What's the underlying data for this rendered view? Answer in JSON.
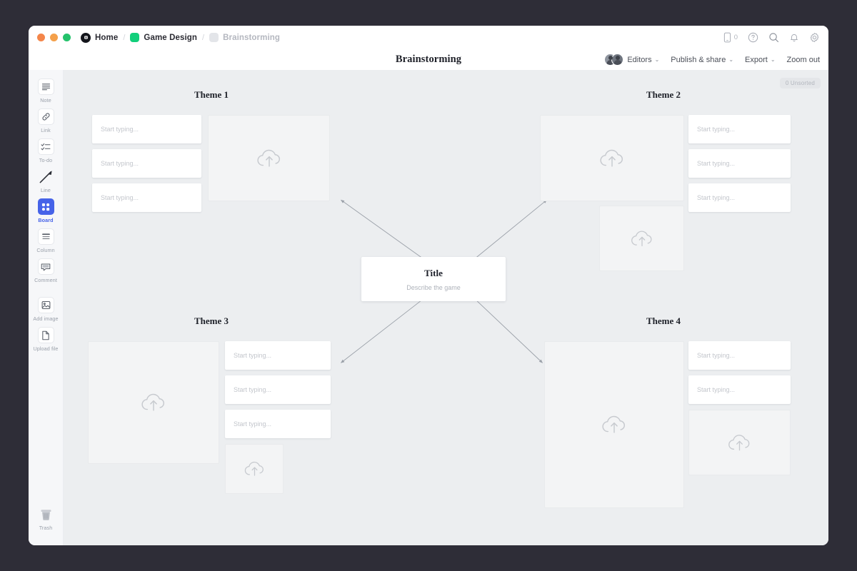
{
  "window": {
    "traffic_lights": [
      "close",
      "minimize",
      "maximize"
    ],
    "breadcrumbs": [
      {
        "label": "Home",
        "icon": "app-logo-icon",
        "muted": false
      },
      {
        "label": "Game Design",
        "icon": "green-square-icon",
        "muted": false
      },
      {
        "label": "Brainstorming",
        "icon": "grey-square-icon",
        "muted": true
      }
    ],
    "toolbar_icons": [
      {
        "name": "mobile-preview-icon",
        "count": "0"
      },
      {
        "name": "help-icon"
      },
      {
        "name": "search-icon"
      },
      {
        "name": "notifications-bell-icon"
      },
      {
        "name": "settings-gear-icon"
      }
    ]
  },
  "subbar": {
    "doc_title": "Brainstorming",
    "editors_label": "Editors",
    "publish_label": "Publish & share",
    "export_label": "Export",
    "zoom_label": "Zoom out",
    "caret": "⌄"
  },
  "sidebar": {
    "items": [
      {
        "label": "Note",
        "icon": "note-icon",
        "active": false
      },
      {
        "label": "Link",
        "icon": "link-icon",
        "active": false
      },
      {
        "label": "To-do",
        "icon": "todo-icon",
        "active": false
      },
      {
        "label": "Line",
        "icon": "line-arrow-icon",
        "active": false
      },
      {
        "label": "Board",
        "icon": "board-icon",
        "active": true
      },
      {
        "label": "Column",
        "icon": "column-icon",
        "active": false
      },
      {
        "label": "Comment",
        "icon": "comment-icon",
        "active": false
      },
      {
        "label": "Add image",
        "icon": "add-image-icon",
        "active": false
      },
      {
        "label": "Upload file",
        "icon": "upload-file-icon",
        "active": false
      }
    ],
    "trash": {
      "label": "Trash",
      "icon": "trash-icon"
    }
  },
  "canvas": {
    "unsorted_badge": "0 Unsorted",
    "note_placeholder": "Start typing...",
    "center": {
      "title": "Title",
      "subtitle": "Describe the game"
    },
    "themes": [
      {
        "title": "Theme 1"
      },
      {
        "title": "Theme 2"
      },
      {
        "title": "Theme 3"
      },
      {
        "title": "Theme 4"
      }
    ],
    "colors": {
      "canvas_bg": "#eceef0",
      "note_bg": "#ffffff",
      "image_placeholder_bg": "#f3f4f5",
      "accent": "#4663e8",
      "brand_green": "#12cf7b",
      "arrow": "#9aa0a8"
    }
  }
}
